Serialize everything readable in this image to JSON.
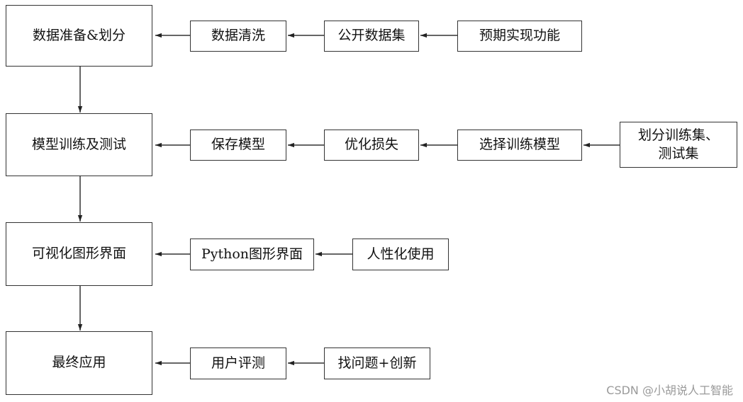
{
  "rows": [
    {
      "main": "数据准备&划分",
      "chain": [
        "数据清洗",
        "公开数据集",
        "预期实现功能"
      ]
    },
    {
      "main": "模型训练及测试",
      "chain": [
        "保存模型",
        "优化损失",
        "选择训练模型"
      ],
      "chain_last_lines": [
        "划分训练集、",
        "测试集"
      ]
    },
    {
      "main": "可视化图形界面",
      "chain": [
        "Python图形界面",
        "人性化使用"
      ]
    },
    {
      "main": "最终应用",
      "chain": [
        "用户评测",
        "找问题+创新"
      ]
    }
  ],
  "watermark": "CSDN @小胡说人工智能",
  "colors": {
    "line": "#333333",
    "text": "#111111",
    "watermark": "#9a9a9a"
  }
}
